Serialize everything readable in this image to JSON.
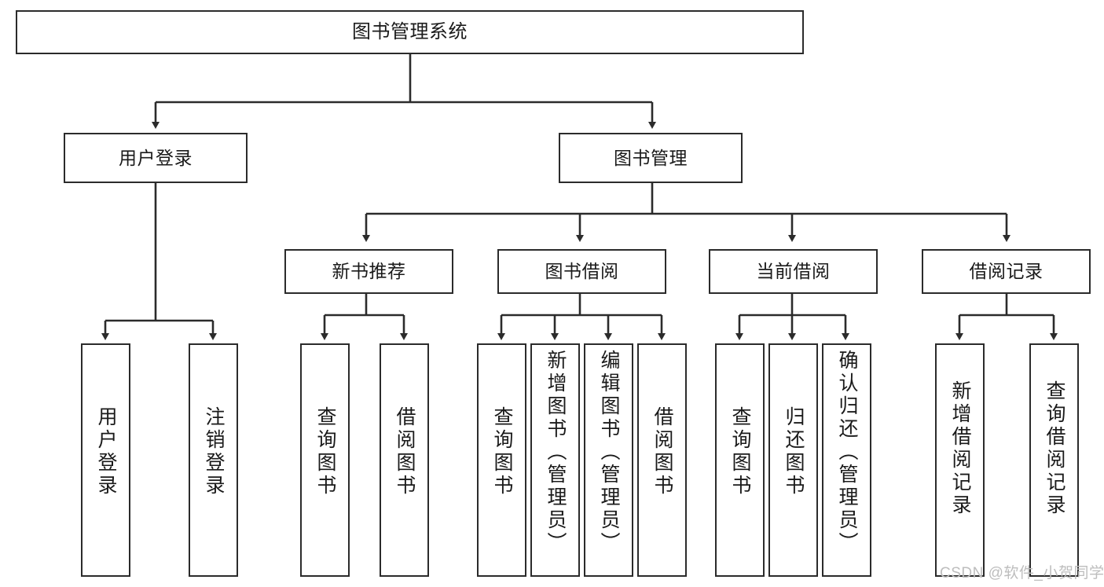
{
  "diagram": {
    "title": "图书管理系统",
    "type": "tree-hierarchy-chart",
    "root": {
      "label": "图书管理系统"
    },
    "level1": [
      {
        "label": "用户登录"
      },
      {
        "label": "图书管理"
      }
    ],
    "level2": [
      {
        "label": "新书推荐"
      },
      {
        "label": "图书借阅"
      },
      {
        "label": "当前借阅"
      },
      {
        "label": "借阅记录"
      }
    ],
    "leaves": {
      "user_login": [
        {
          "label": "用户登录"
        },
        {
          "label": "注销登录"
        }
      ],
      "new_book_recommend": [
        {
          "label": "查询图书"
        },
        {
          "label": "借阅图书"
        }
      ],
      "book_borrow": [
        {
          "label": "查询图书"
        },
        {
          "label": "新增图书（管理员）"
        },
        {
          "label": "编辑图书（管理员）"
        },
        {
          "label": "借阅图书"
        }
      ],
      "current_borrow": [
        {
          "label": "查询图书"
        },
        {
          "label": "归还图书"
        },
        {
          "label": "确认归还（管理员）"
        }
      ],
      "borrow_record": [
        {
          "label": "新增借阅记录"
        },
        {
          "label": "查询借阅记录"
        }
      ]
    }
  },
  "watermark": {
    "text": "CSDN @软件_小贺同学"
  },
  "colors": {
    "stroke": "#2b2b2b",
    "fill": "#ffffff",
    "text": "#1a1a1a",
    "watermark": "#bdbdbd"
  }
}
